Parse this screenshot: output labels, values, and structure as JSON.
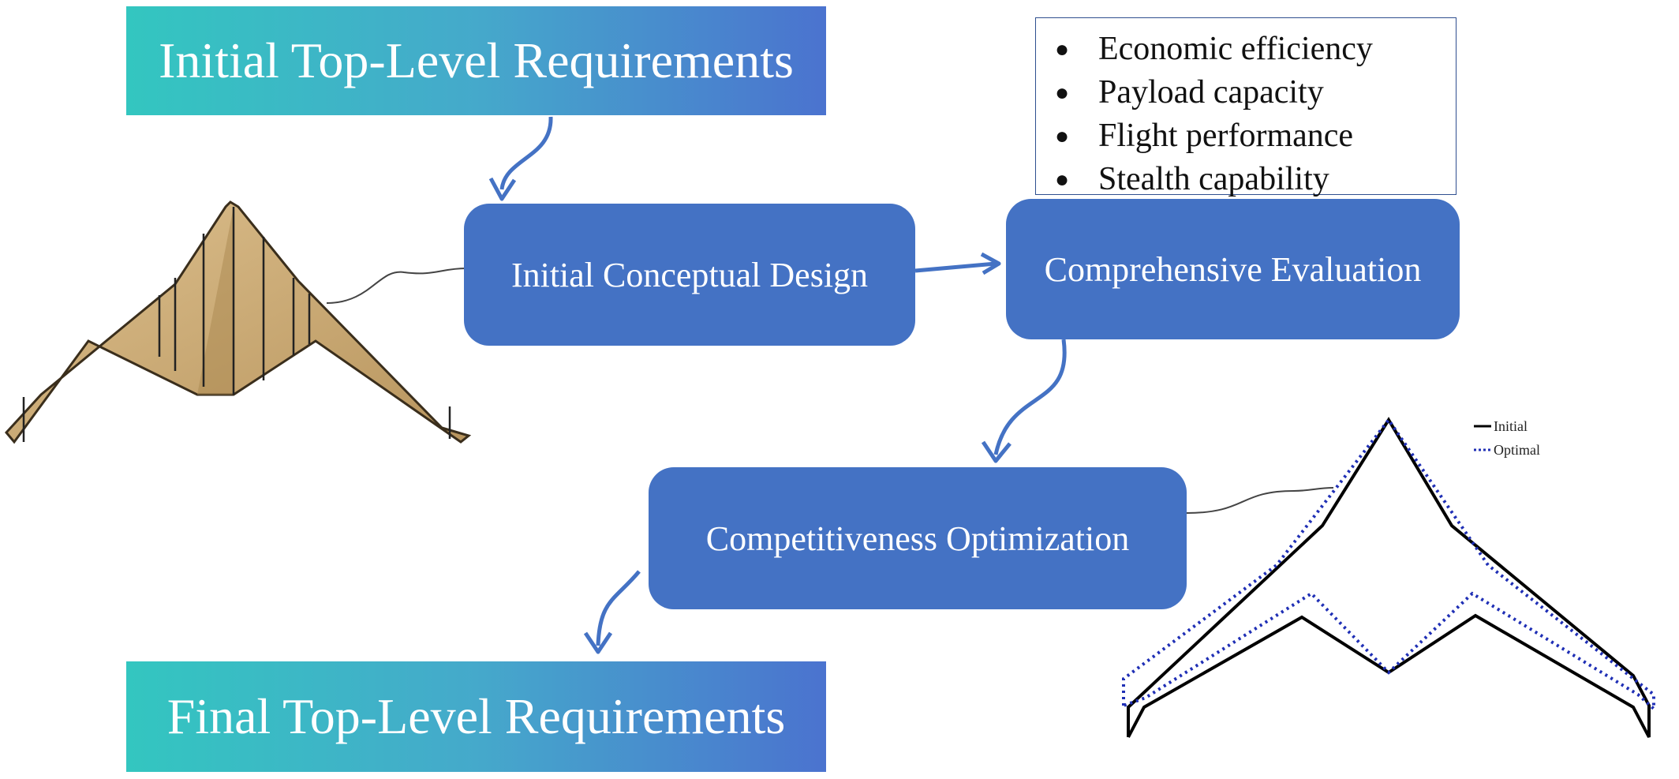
{
  "banners": {
    "top": "Initial Top-Level Requirements",
    "bottom": "Final Top-Level Requirements"
  },
  "steps": {
    "design": "Initial Conceptual Design",
    "evaluation": "Comprehensive Evaluation",
    "optimization": "Competitiveness Optimization"
  },
  "criteria": [
    "Economic efficiency",
    "Payload capacity",
    "Flight performance",
    "Stealth capability"
  ],
  "legend": {
    "initial": "Initial",
    "optimal": "Optimal"
  },
  "colors": {
    "box": "#4472c4",
    "arrow": "#4472c4",
    "initial_line": "#000000",
    "optimal_line": "#1f2fb5",
    "aircraft": "#c9a873"
  }
}
